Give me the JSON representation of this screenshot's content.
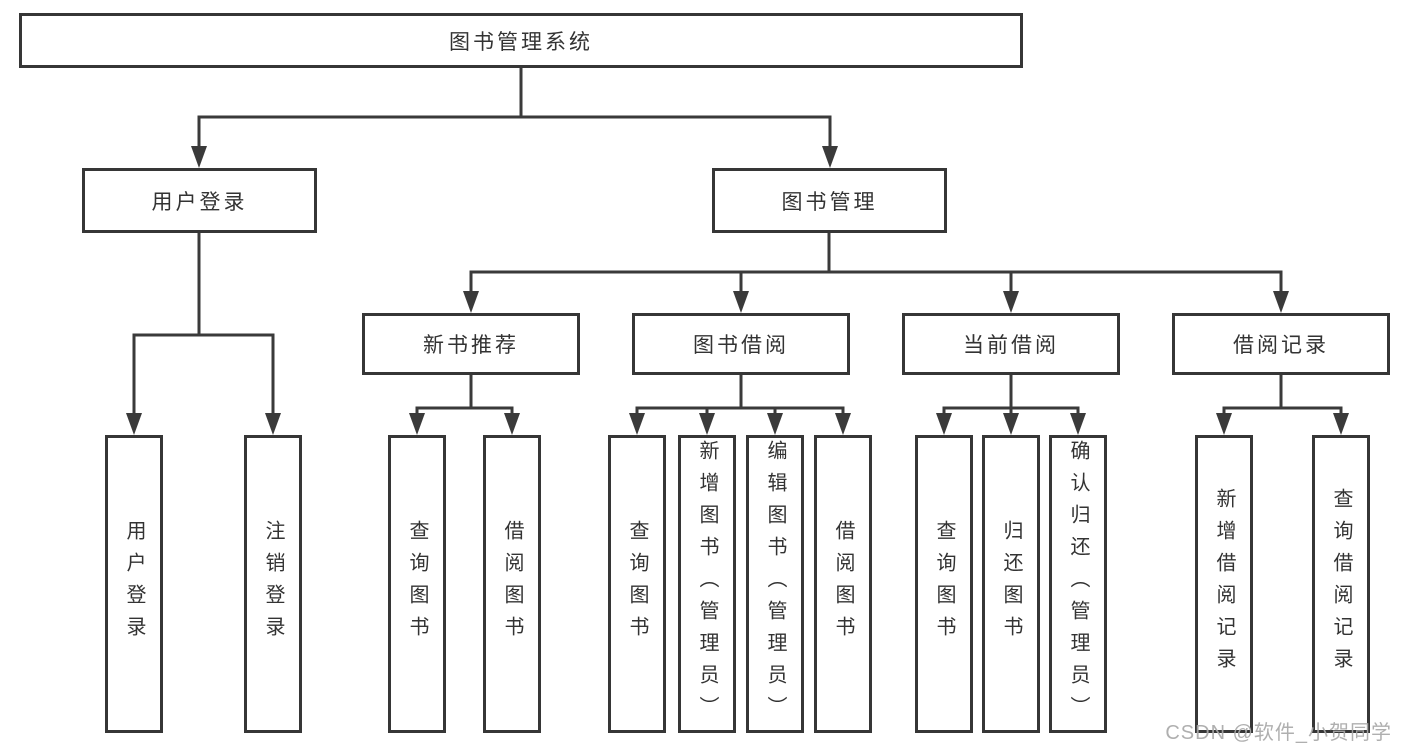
{
  "diagram_type": "hierarchy-tree",
  "tree": {
    "label": "图书管理系统",
    "children": [
      {
        "label": "用户登录",
        "children": [
          {
            "label": "用户登录"
          },
          {
            "label": "注销登录"
          }
        ]
      },
      {
        "label": "图书管理",
        "children": [
          {
            "label": "新书推荐",
            "children": [
              {
                "label": "查询图书"
              },
              {
                "label": "借阅图书"
              }
            ]
          },
          {
            "label": "图书借阅",
            "children": [
              {
                "label": "查询图书"
              },
              {
                "label": "新增图书（管理员）"
              },
              {
                "label": "编辑图书（管理员）"
              },
              {
                "label": "借阅图书"
              }
            ]
          },
          {
            "label": "当前借阅",
            "children": [
              {
                "label": "查询图书"
              },
              {
                "label": "归还图书"
              },
              {
                "label": "确认归还（管理员）"
              }
            ]
          },
          {
            "label": "借阅记录",
            "children": [
              {
                "label": "新增借阅记录"
              },
              {
                "label": "查询借阅记录"
              }
            ]
          }
        ]
      }
    ]
  },
  "watermark": {
    "text": "CSDN @软件_小贺同学"
  },
  "colors": {
    "background": "#ffffff",
    "box_background": "#ffffff",
    "box_border": "#363636",
    "line": "#3a3a3a",
    "text": "#333333",
    "watermark": "#a8a8a8"
  }
}
